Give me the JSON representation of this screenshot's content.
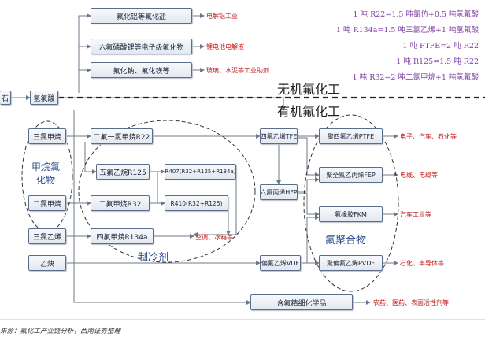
{
  "ratios": [
    "1 吨 R22=1.5 吨氯仿+0.5 吨氢氟酸",
    "1 吨 R134a=1.5 吨三氯乙烯+1 吨氢氟酸",
    "1 吨 PTFE=2 吨 R22",
    "1 吨 R125=1.5 吨 R22",
    "1 吨 R32=2 吨二氯甲烷+1 吨氢氟酸"
  ],
  "titles": {
    "inorganic": "无机氟化工",
    "organic": "有机氟化工"
  },
  "groups": {
    "methane_line1": "甲烷氯",
    "methane_line2": "化物",
    "refrigerant": "制冷剂",
    "fluoropolymer": "氟聚合物"
  },
  "inorganic": {
    "left_edge": "石",
    "hf": "氢氟酸",
    "products": [
      "氟化铝等氟化盐",
      "六氟磷酸锂等电子级氟化物",
      "氟化钠、氟化镁等"
    ],
    "applications": [
      "电解铝工业",
      "锂电池电解液",
      "玻璃、水泥等工业助剂"
    ]
  },
  "raw": {
    "chloroform": "三氯甲烷",
    "dcm": "二氯甲烷",
    "tce": "三氯乙烯",
    "acetylene": "乙炔"
  },
  "refrigerants": {
    "r22": "二氟一氯甲烷R22",
    "r125": "五氟乙烷R125",
    "r32": "二氟甲烷R32",
    "r134a": "四氟甲烷R134a",
    "r407": "R407(R32+R125+R134a)",
    "r410": "R410(R32+R125)",
    "refrig_app": "空调、冰箱等"
  },
  "monomers": {
    "tfe": "四氟乙烯TFE",
    "hfp": "六氟丙烯HFP",
    "vdf": "偏氟乙烯VDF"
  },
  "polymers": {
    "ptfe": "聚四氟乙烯PTFE",
    "fep": "聚全氟乙丙烯FEP",
    "fkm": "氟橡胶FKM",
    "pvdf": "聚偏氟乙烯PVDF"
  },
  "polymer_apps": [
    "电子、汽车、石化等",
    "电线、电缆等",
    "汽车工业等",
    "石化、半导体等"
  ],
  "fine": {
    "label": "含氟精细化学品",
    "app": "农药、医药、表面活性剂等"
  },
  "source": "来源：氟化工产业链分析，西南证券整理",
  "colors": {
    "line": "#6e7888",
    "app_text": "#c01818",
    "ratio_text": "#7b3fa4",
    "group_text": "#2a4d8c"
  }
}
